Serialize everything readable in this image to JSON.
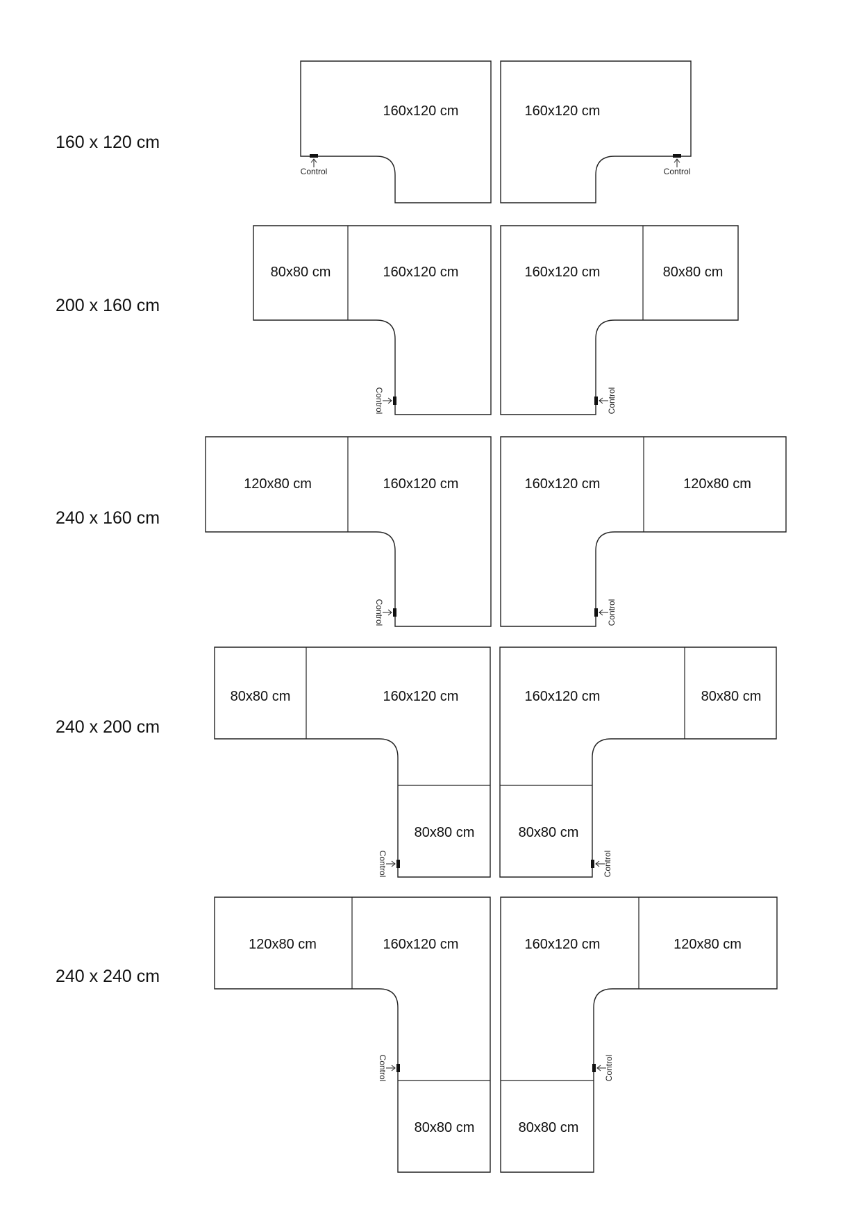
{
  "rows": [
    {
      "label": "160 x 120 cm",
      "left": [
        "160x120 cm"
      ],
      "right": [
        "160x120 cm"
      ],
      "control": "Control"
    },
    {
      "label": "200 x 160 cm",
      "left": [
        "80x80 cm",
        "160x120 cm"
      ],
      "right": [
        "160x120 cm",
        "80x80 cm"
      ],
      "control": "Control"
    },
    {
      "label": "240 x 160 cm",
      "left": [
        "120x80 cm",
        "160x120 cm"
      ],
      "right": [
        "160x120 cm",
        "120x80 cm"
      ],
      "control": "Control"
    },
    {
      "label": "240 x 200 cm",
      "left": [
        "80x80 cm",
        "160x120 cm",
        "80x80 cm"
      ],
      "right": [
        "160x120 cm",
        "80x80 cm",
        "80x80 cm"
      ],
      "control": "Control"
    },
    {
      "label": "240 x 240 cm",
      "left": [
        "120x80 cm",
        "160x120 cm",
        "80x80 cm"
      ],
      "right": [
        "160x120 cm",
        "120x80 cm",
        "80x80 cm"
      ],
      "control": "Control"
    }
  ]
}
